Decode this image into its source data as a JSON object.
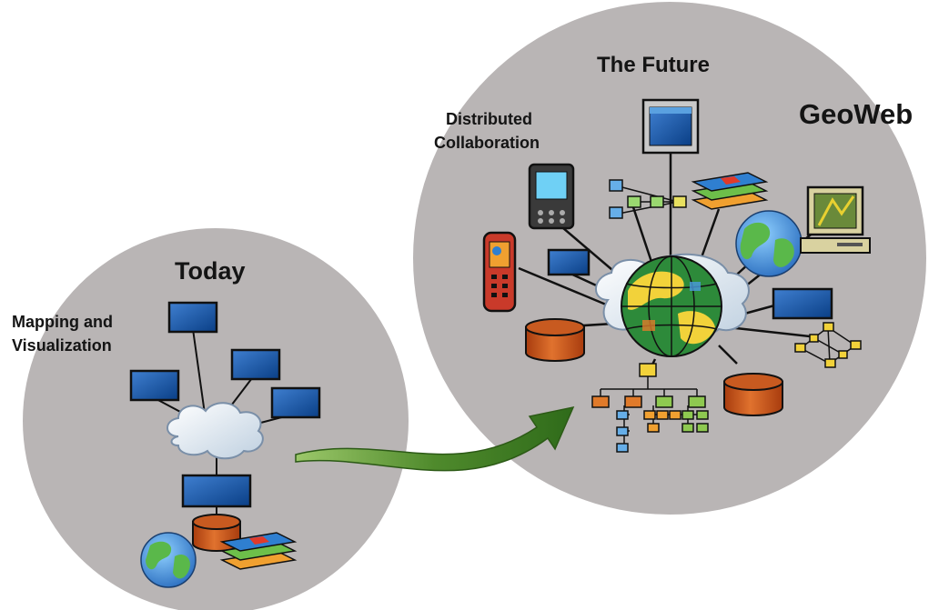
{
  "labels": {
    "today": "Today",
    "mapping_line1": "Mapping and",
    "mapping_line2": "Visualization",
    "future": "The Future",
    "distributed_line1": "Distributed",
    "distributed_line2": "Collaboration",
    "geoweb": "GeoWeb"
  },
  "colors": {
    "circle_fill": "#b9b5b5",
    "monitor_fill": "#0a3f86",
    "monitor_highlight": "#3f7fd0",
    "arrow_green": "#3f7a24",
    "database_fill": "#c8561a",
    "line": "#111111"
  },
  "icons": [
    "cloud-icon",
    "globe-icon",
    "computer-monitor-icon",
    "database-icon",
    "map-layers-icon",
    "workflow-icon",
    "org-chart-icon",
    "mobile-phone-icon",
    "pda-device-icon",
    "desktop-computer-icon",
    "network-graph-icon",
    "curved-arrow-icon"
  ]
}
